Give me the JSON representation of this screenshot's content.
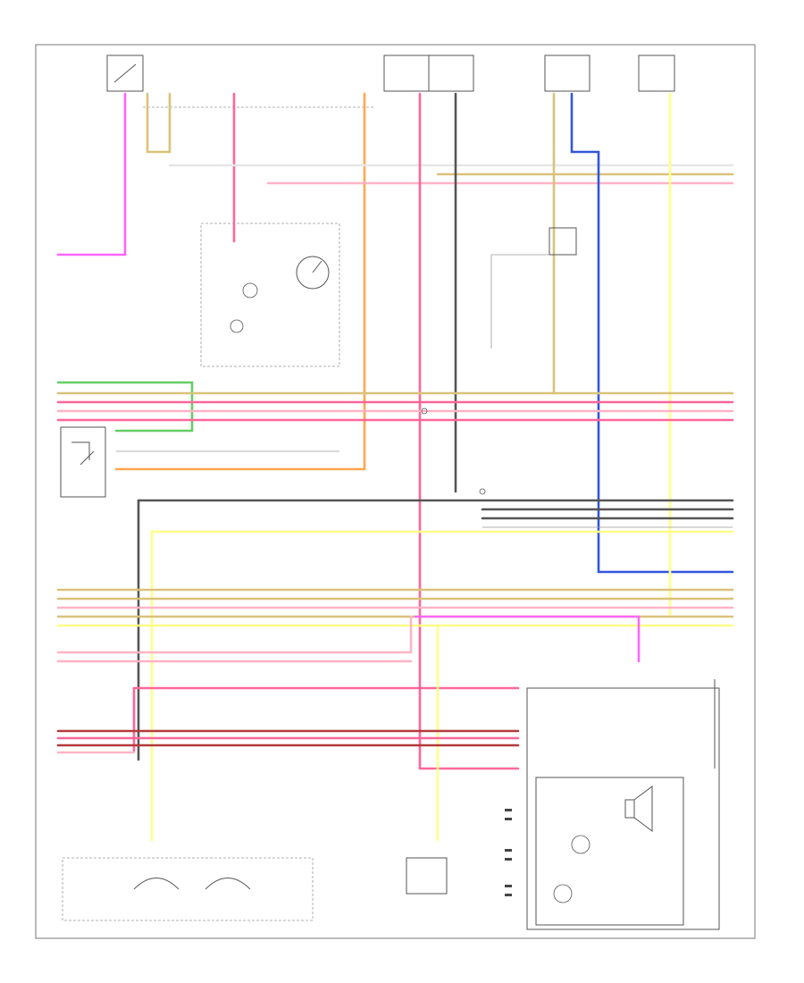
{
  "page": {
    "footer_code": "",
    "frame_color": "#777777"
  },
  "colors": {
    "pink": "#ff66ff",
    "red_pink": "#ff6699",
    "light_pink": "#ffb3c6",
    "yellow": "#ffff88",
    "tan": "#d9c27a",
    "orange": "#ffa64d",
    "blue": "#3355dd",
    "dark_gray": "#555555",
    "gray": "#aaaaaa",
    "green": "#66cc66",
    "brown_red": "#b33a3a",
    "light_gray": "#cccccc"
  },
  "components": [
    {
      "id": "c1",
      "name": ""
    },
    {
      "id": "c2",
      "name": ""
    },
    {
      "id": "c3",
      "name": ""
    },
    {
      "id": "c4",
      "name": ""
    },
    {
      "id": "c5",
      "name": ""
    },
    {
      "id": "c6",
      "name": ""
    },
    {
      "id": "c7",
      "name": ""
    },
    {
      "id": "c8",
      "name": ""
    },
    {
      "id": "c9",
      "name": ""
    },
    {
      "id": "c10",
      "name": ""
    },
    {
      "id": "c11",
      "name": ""
    },
    {
      "id": "c12",
      "name": ""
    }
  ],
  "wire_codes_right": [
    "",
    "",
    "",
    "",
    "",
    "",
    "",
    "",
    "",
    "",
    "",
    "",
    "",
    "",
    "",
    "",
    "",
    "",
    "",
    "",
    ""
  ],
  "wire_codes_left": [
    "",
    "",
    "",
    "",
    "",
    "",
    "",
    "",
    "",
    "",
    "",
    "",
    "",
    "",
    "",
    "",
    "",
    "",
    "",
    "",
    ""
  ]
}
